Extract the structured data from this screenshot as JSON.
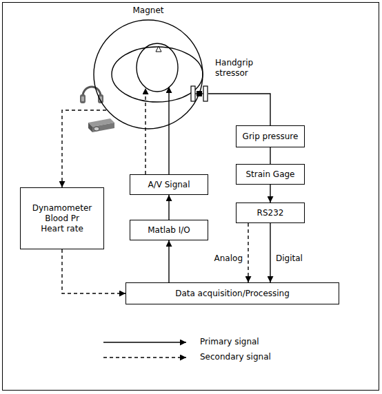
{
  "diagram": {
    "nodes": [
      {
        "text": [
          "Magnet"
        ]
      },
      {
        "text": [
          "Handgrip stressor"
        ]
      },
      {
        "text": [
          "Grip pressure"
        ]
      },
      {
        "text": [
          "Strain Gage"
        ]
      },
      {
        "text": [
          "RS232"
        ]
      },
      {
        "text": [
          "A/V Signal"
        ]
      },
      {
        "text": [
          "Matlab I/O"
        ]
      },
      {
        "text": [
          "Dynamometer",
          "Blood Pr",
          "Heart rate"
        ]
      },
      {
        "text": [
          "Data acquisition/Processing"
        ]
      }
    ],
    "edges": [
      {
        "from": 1,
        "to": 2,
        "arrow": "none"
      },
      {
        "from": 2,
        "to": 3,
        "arrow": "none"
      },
      {
        "from": 3,
        "to": 4,
        "arrow": "to"
      },
      {
        "from": 4,
        "to": 8,
        "label": "Analog",
        "arrow": "to"
      },
      {
        "from": 4,
        "to": 8,
        "label": "Digital",
        "arrow": "to"
      },
      {
        "from": 8,
        "to": 6,
        "arrow": "to"
      },
      {
        "from": 6,
        "to": 5,
        "arrow": "to"
      },
      {
        "from": 5,
        "to": 0,
        "arrow": "to"
      },
      {
        "from": 5,
        "to": 0,
        "arrow": "to"
      },
      {
        "from": 0,
        "to": 7,
        "arrow": "to"
      },
      {
        "from": 7,
        "to": 8,
        "arrow": "to"
      }
    ],
    "legend": [
      {
        "text": "Primary signal"
      },
      {
        "text": "Secondary signal"
      }
    ]
  }
}
